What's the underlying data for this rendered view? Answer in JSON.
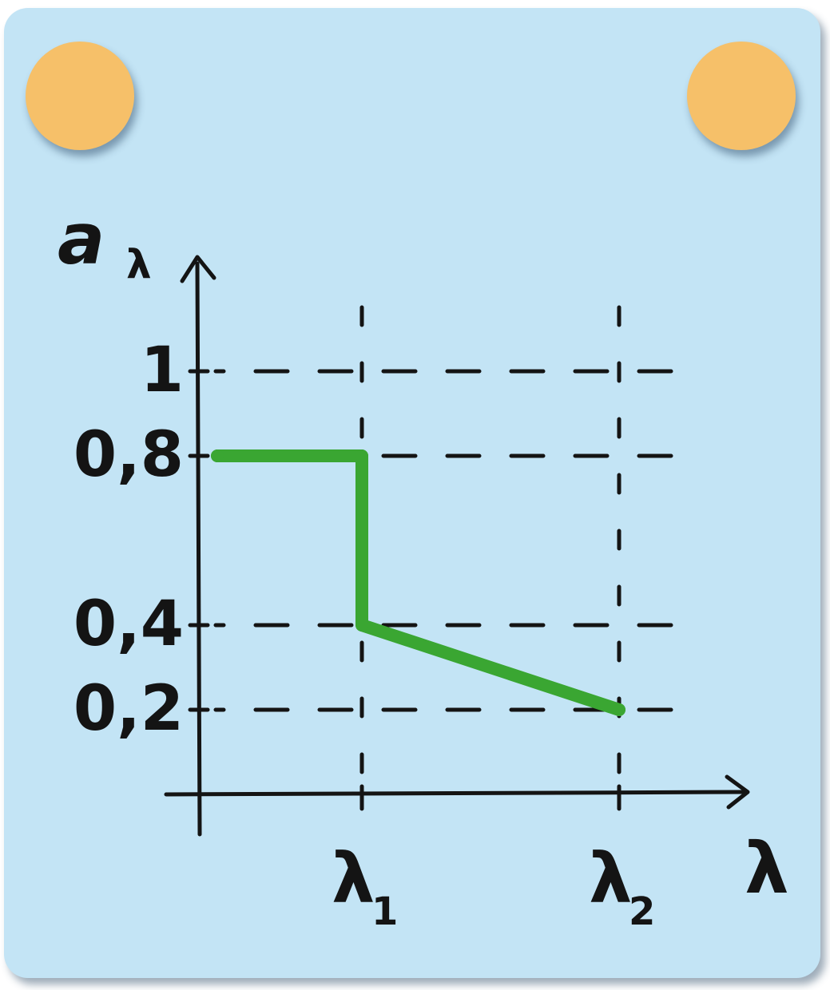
{
  "colors": {
    "card_background": "#c3e4f5",
    "pin": "#f6c069",
    "ink": "#141414",
    "line": "#3aa632"
  },
  "chart_data": {
    "type": "line",
    "title": "",
    "xlabel": "λ",
    "ylabel": "a_λ",
    "ylabel_parts": {
      "main": "a",
      "sub": "λ"
    },
    "x_ticks": [
      {
        "label": "λ",
        "sub": "1"
      },
      {
        "label": "λ",
        "sub": "2"
      }
    ],
    "y_ticks": [
      {
        "value": 1,
        "label": "1"
      },
      {
        "value": 0.8,
        "label": "0,8"
      },
      {
        "value": 0.4,
        "label": "0,4"
      },
      {
        "value": 0.2,
        "label": "0,2"
      }
    ],
    "ylim": [
      0,
      1
    ],
    "xlim": [
      "0",
      "λ2"
    ],
    "grid": true,
    "series": [
      {
        "points": [
          {
            "x": "0",
            "y": 0.8
          },
          {
            "x": "λ1",
            "y": 0.8
          },
          {
            "x": "λ1",
            "y": 0.4
          },
          {
            "x": "λ2",
            "y": 0.2
          }
        ]
      }
    ]
  }
}
